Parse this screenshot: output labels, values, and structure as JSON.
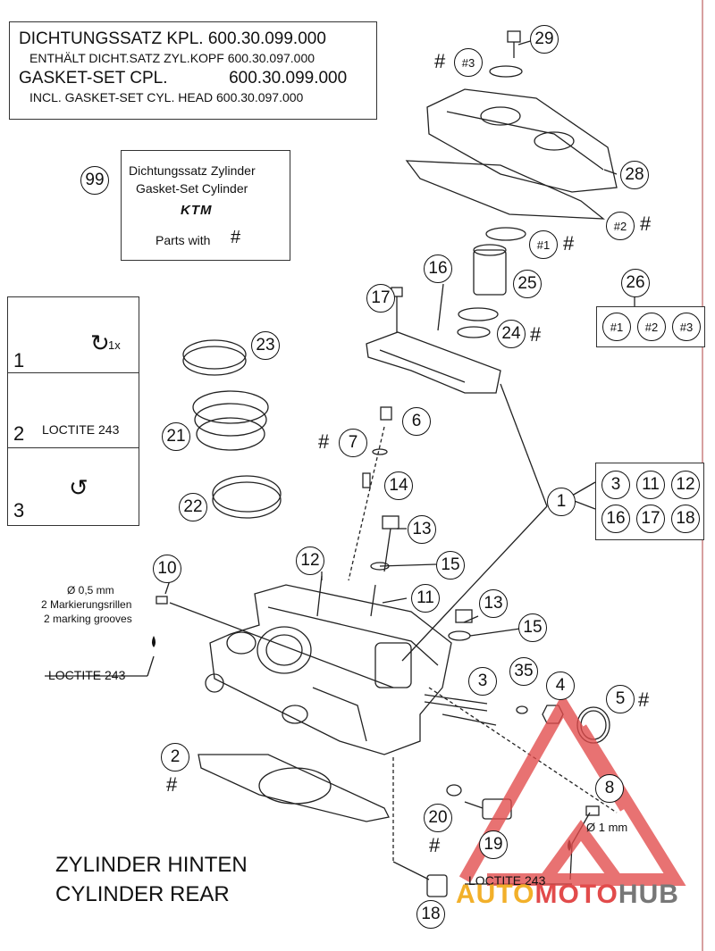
{
  "header_box": {
    "line1": "DICHTUNGSSATZ KPL. 600.30.099.000",
    "line2": "ENTHÄLT DICHT.SATZ ZYL.KOPF 600.30.097.000",
    "line3": "GASKET-SET CPL.             600.30.099.000",
    "line4": "INCL. GASKET-SET CYL. HEAD 600.30.097.000"
  },
  "kit_box": {
    "number": "99",
    "line1": "Dichtungssatz Zylinder",
    "line2": "Gasket-Set Cylinder",
    "brand": "KTM",
    "line3": "Parts with",
    "hash": "#"
  },
  "steps": [
    {
      "num": "1",
      "label": "1x"
    },
    {
      "num": "2",
      "label": "LOCTITE 243"
    },
    {
      "num": "3",
      "label": ""
    }
  ],
  "group_26": {
    "number": "26",
    "items": [
      "#1",
      "#2",
      "#3"
    ]
  },
  "group_1": {
    "number": "1",
    "items": [
      "3",
      "11",
      "12",
      "16",
      "17",
      "18"
    ]
  },
  "callouts": {
    "c29": "29",
    "c28": "28",
    "c3a": "#3",
    "c2a": "#2",
    "c1a": "#1",
    "c25": "25",
    "c24": "24",
    "c16": "16",
    "c17": "17",
    "c23": "23",
    "c21": "21",
    "c22": "22",
    "c6": "6",
    "c7": "7",
    "c14": "14",
    "c13a": "13",
    "c15a": "15",
    "c12": "12",
    "c11": "11",
    "c13b": "13",
    "c15b": "15",
    "c10": "10",
    "c3": "3",
    "c35": "35",
    "c4": "4",
    "c5": "5",
    "c2": "2",
    "c8": "8",
    "c20": "20",
    "c19": "19",
    "c18": "18"
  },
  "hash_mark": "#",
  "annotations": {
    "diam05": "Ø 0,5 mm",
    "grooves_de": "2 Markierungsrillen",
    "grooves_en": "2 marking grooves",
    "loctite_left": "LOCTITE 243",
    "diam1": "Ø 1 mm",
    "loctite_right": "LOCTITE 243"
  },
  "title": {
    "de": "ZYLINDER HINTEN",
    "en": "CYLINDER REAR"
  },
  "watermark": {
    "part1": "AUTO",
    "part2": "MOTO",
    "part3": "HUB"
  }
}
